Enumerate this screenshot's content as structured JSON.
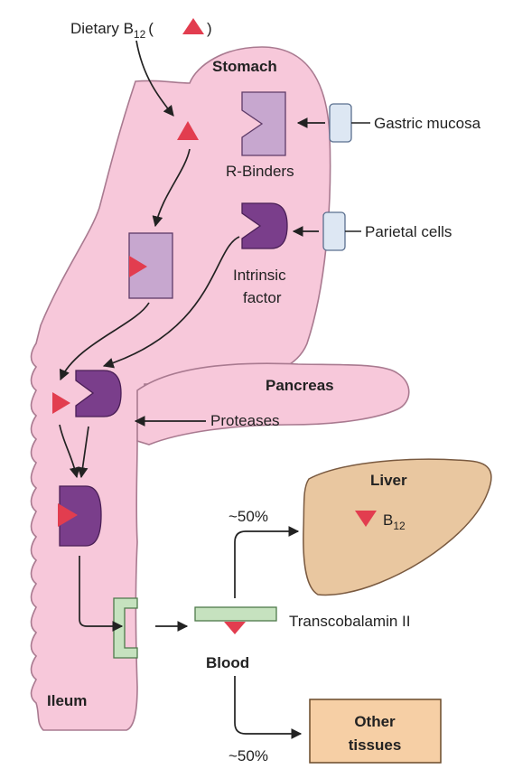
{
  "diagram": {
    "labels": {
      "dietary_b12": "Dietary B",
      "dietary_sub": "12",
      "dietary_open": "(",
      "dietary_close": ")",
      "stomach": "Stomach",
      "r_binders": "R-Binders",
      "gastric_mucosa": "Gastric mucosa",
      "parietal_cells": "Parietal cells",
      "intrinsic": "Intrinsic",
      "factor": "factor",
      "pancreas": "Pancreas",
      "proteases": "Proteases",
      "liver": "Liver",
      "liver_b": "B",
      "liver_sub": "12",
      "pct_top": "~50%",
      "pct_bottom": "~50%",
      "transcobalamin": "Transcobalamin II",
      "blood": "Blood",
      "ileum": "Ileum",
      "other": "Other",
      "tissues": "tissues"
    },
    "colors": {
      "gut_fill": "#f7c8da",
      "gut_stroke": "#a97a90",
      "b12_triangle": "#e23d4f",
      "r_binder": "#c7a7cf",
      "intrinsic_factor": "#7a3e8b",
      "cell_box": "#dde7f3",
      "liver": "#e9c7a0",
      "transcobalamin": "#c6e2bf",
      "other_tissues": "#f6cfa5"
    }
  }
}
